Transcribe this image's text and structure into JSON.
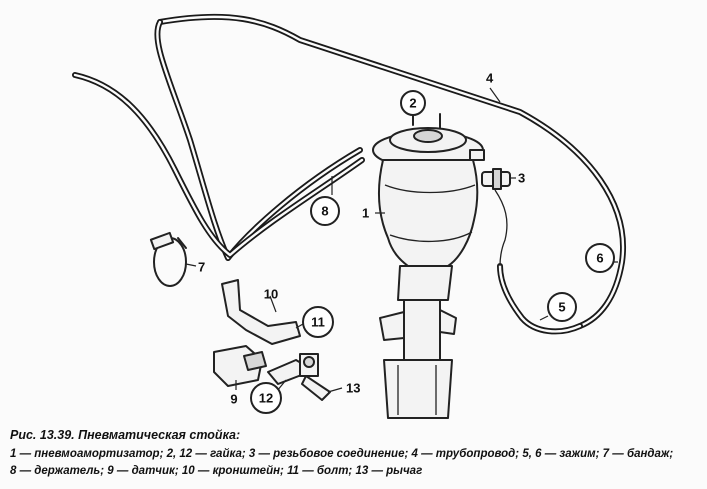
{
  "caption": {
    "title": "Рис. 13.39. Пневматическая стойка:",
    "line1": "1 — пневмоамортизатор; 2, 12 — гайка; 3 — резьбовое соединение; 4 — трубопровод; 5, 6 — зажим; 7 — бандаж;",
    "line2": "8 — держатель; 9 — датчик; 10 — кронштейн; 11 — болт; 13 — рычаг"
  },
  "labels": {
    "l1": "1",
    "l2": "2",
    "l3": "3",
    "l4": "4",
    "l5": "5",
    "l6": "6",
    "l7": "7",
    "l8": "8",
    "l9": "9",
    "l10": "10",
    "l11": "11",
    "l12": "12",
    "l13": "13"
  }
}
